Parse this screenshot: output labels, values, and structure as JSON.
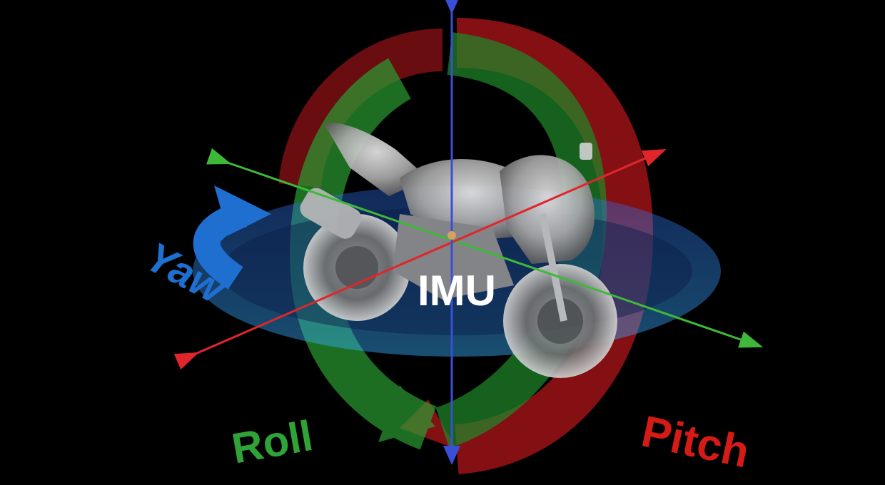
{
  "center_label": "IMU",
  "axes": {
    "yaw": {
      "label": "Yaw",
      "color": "#1f6fd1"
    },
    "roll": {
      "label": "Roll",
      "color": "#2fa336"
    },
    "pitch": {
      "label": "Pitch",
      "color": "#d41b16"
    }
  },
  "axis_line_colors": {
    "vertical": "#3a4fd8",
    "roll_axis": "#3fb83a",
    "pitch_axis": "#e0262a"
  },
  "background": "#000000",
  "subject": "motorcycle-illustration"
}
